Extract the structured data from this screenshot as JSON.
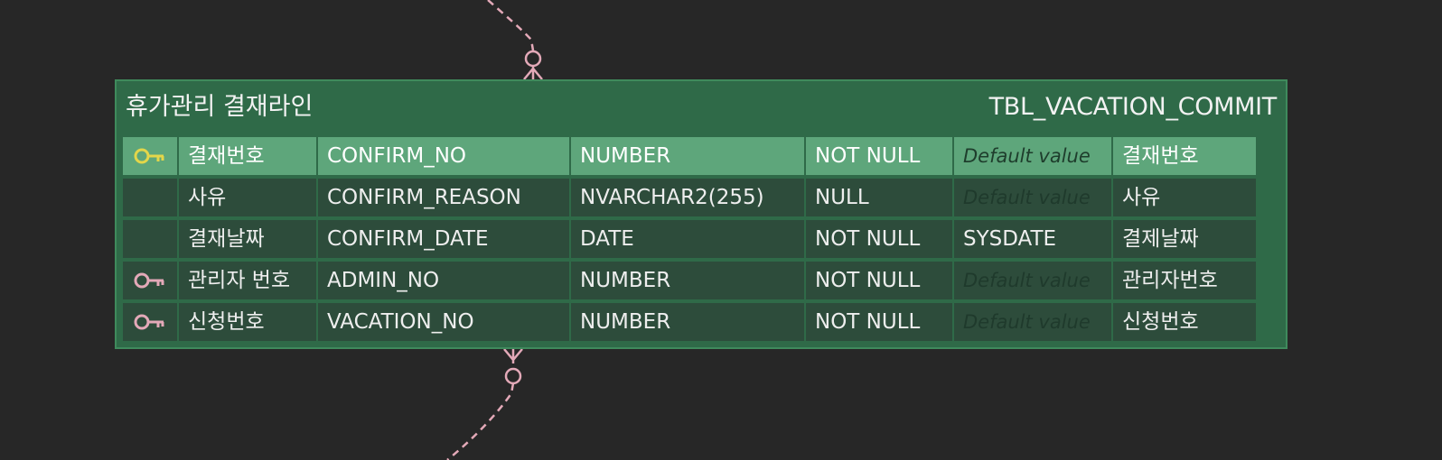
{
  "entity": {
    "label": "휴가관리 결재라인",
    "name": "TBL_VACATION_COMMIT"
  },
  "colors": {
    "background": "#272727",
    "entity_fill": "#2f6a48",
    "pk_row": "#5ea67b",
    "row": "#2d4c3b",
    "primary_key_icon": "#e3d64a",
    "foreign_key_icon": "#e3a9b8",
    "connector": "#e3a9b8"
  },
  "columns": [
    {
      "key": "primary-key-icon",
      "label": "결재번호",
      "name": "CONFIRM_NO",
      "type": "NUMBER",
      "nullable": "NOT NULL",
      "default": "Default value",
      "default_is_placeholder": true,
      "comment": "결재번호"
    },
    {
      "key": "",
      "label": "사유",
      "name": "CONFIRM_REASON",
      "type": "NVARCHAR2(255)",
      "nullable": "NULL",
      "default": "Default value",
      "default_is_placeholder": true,
      "comment": "사유"
    },
    {
      "key": "",
      "label": "결재날짜",
      "name": "CONFIRM_DATE",
      "type": "DATE",
      "nullable": "NOT NULL",
      "default": "SYSDATE",
      "default_is_placeholder": false,
      "comment": "결제날짜"
    },
    {
      "key": "foreign-key-icon",
      "label": "관리자 번호",
      "name": "ADMIN_NO",
      "type": "NUMBER",
      "nullable": "NOT NULL",
      "default": "Default value",
      "default_is_placeholder": true,
      "comment": "관리자번호"
    },
    {
      "key": "foreign-key-icon",
      "label": "신청번호",
      "name": "VACATION_NO",
      "type": "NUMBER",
      "nullable": "NOT NULL",
      "default": "Default value",
      "default_is_placeholder": true,
      "comment": "신청번호"
    }
  ]
}
